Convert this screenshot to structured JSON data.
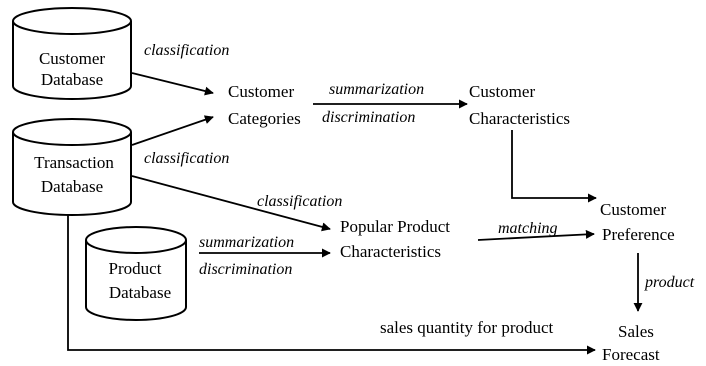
{
  "databases": {
    "customer": {
      "line1": "Customer",
      "line2": "Database"
    },
    "transaction": {
      "line1": "Transaction",
      "line2": "Database"
    },
    "product": {
      "line1": "Product",
      "line2": "Database"
    }
  },
  "nodes": {
    "customer_categories": {
      "line1": "Customer",
      "line2": "Categories"
    },
    "customer_characteristics": {
      "line1": "Customer",
      "line2": "Characteristics"
    },
    "popular_product": {
      "line1": "Popular Product",
      "line2": "Characteristics"
    },
    "customer_preference": {
      "line1": "Customer",
      "line2": "Preference"
    },
    "sales_forecast": {
      "line1": "Sales",
      "line2": "Forecast"
    }
  },
  "edge_labels": {
    "classification_customer_db": "classification",
    "classification_transaction_db": "classification",
    "classification_to_popular": "classification",
    "summarization_top": "summarization",
    "discrimination_top": "discrimination",
    "summarization_product": "summarization",
    "discrimination_product": "discrimination",
    "matching": "matching",
    "product": "product",
    "sales_quantity": "sales quantity for product"
  }
}
